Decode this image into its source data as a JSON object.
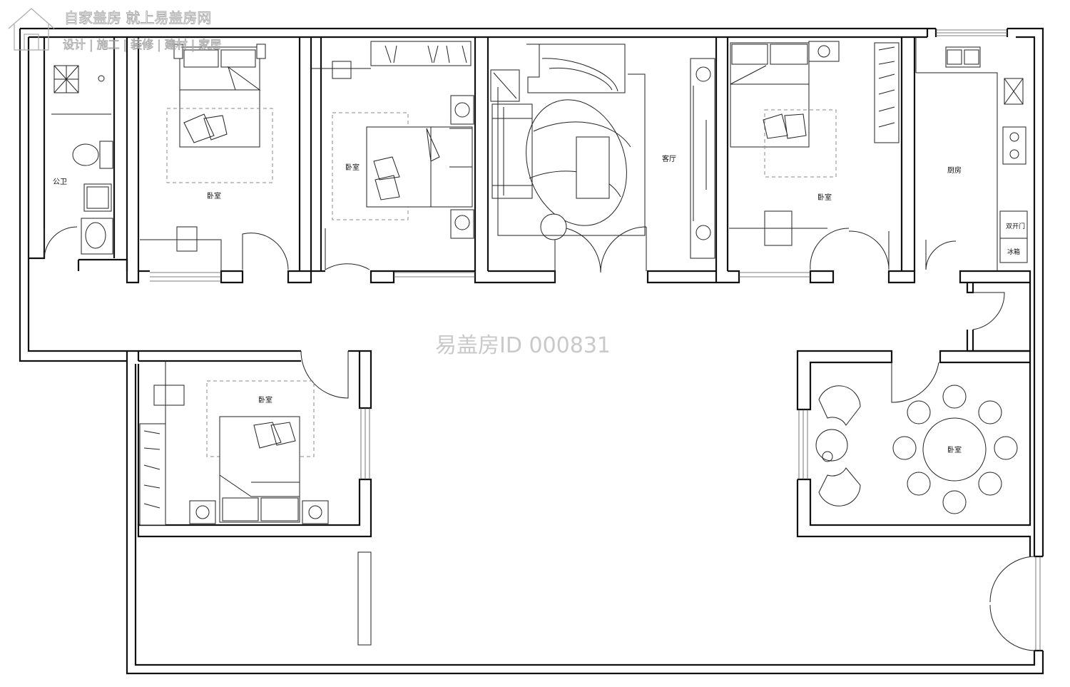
{
  "logo": {
    "line1": "自家盖房 就上易盖房网",
    "line2": "设计 | 施工 | 装修 | 建材 | 家居"
  },
  "watermark": "易盖房ID 000831",
  "rooms": {
    "public_bath": "公卫",
    "bedroom_1": "卧室",
    "bedroom_2": "卧室",
    "living_room": "客厅",
    "bedroom_3": "卧室",
    "kitchen": "厨房",
    "bedroom_4": "卧室",
    "dining": "卧室"
  },
  "appliances": {
    "fridge_label": "冰箱",
    "double_door_label": "双开门"
  }
}
